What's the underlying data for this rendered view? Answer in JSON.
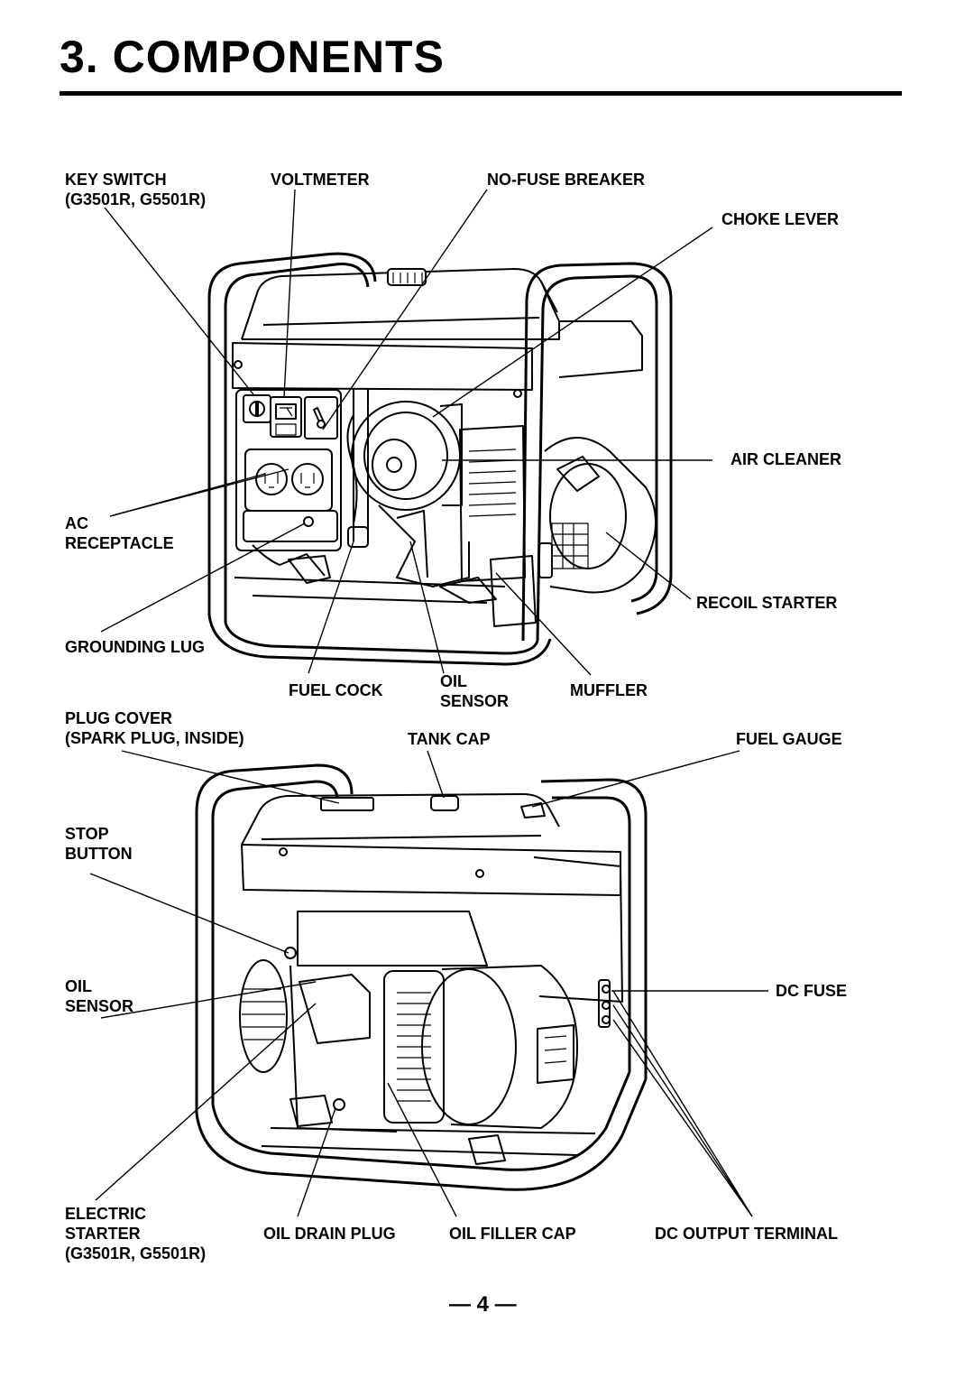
{
  "section_title": "3. COMPONENTS",
  "page_number": "— 4 —",
  "top_figure": {
    "key_switch": {
      "line1": "KEY SWITCH",
      "line2": "(G3501R, G5501R)"
    },
    "voltmeter": "VOLTMETER",
    "no_fuse_breaker": "NO-FUSE BREAKER",
    "choke_lever": "CHOKE LEVER",
    "air_cleaner": "AIR CLEANER",
    "ac_receptacle": {
      "line1": "AC",
      "line2": "RECEPTACLE"
    },
    "recoil_starter": "RECOIL STARTER",
    "grounding_lug": "GROUNDING LUG",
    "fuel_cock": "FUEL COCK",
    "oil_sensor": {
      "line1": "OIL",
      "line2": "SENSOR"
    },
    "muffler": "MUFFLER"
  },
  "bottom_figure": {
    "plug_cover": {
      "line1": "PLUG COVER",
      "line2": "(SPARK PLUG, INSIDE)"
    },
    "tank_cap": "TANK CAP",
    "fuel_gauge": "FUEL GAUGE",
    "stop_button": {
      "line1": "STOP",
      "line2": "BUTTON"
    },
    "oil_sensor": {
      "line1": "OIL",
      "line2": "SENSOR"
    },
    "dc_fuse": "DC FUSE",
    "electric_starter": {
      "line1": "ELECTRIC",
      "line2": "STARTER",
      "line3": "(G3501R, G5501R)"
    },
    "oil_drain_plug": "OIL DRAIN PLUG",
    "oil_filler_cap": "OIL FILLER CAP",
    "dc_output_terminal": "DC OUTPUT TERMINAL"
  }
}
